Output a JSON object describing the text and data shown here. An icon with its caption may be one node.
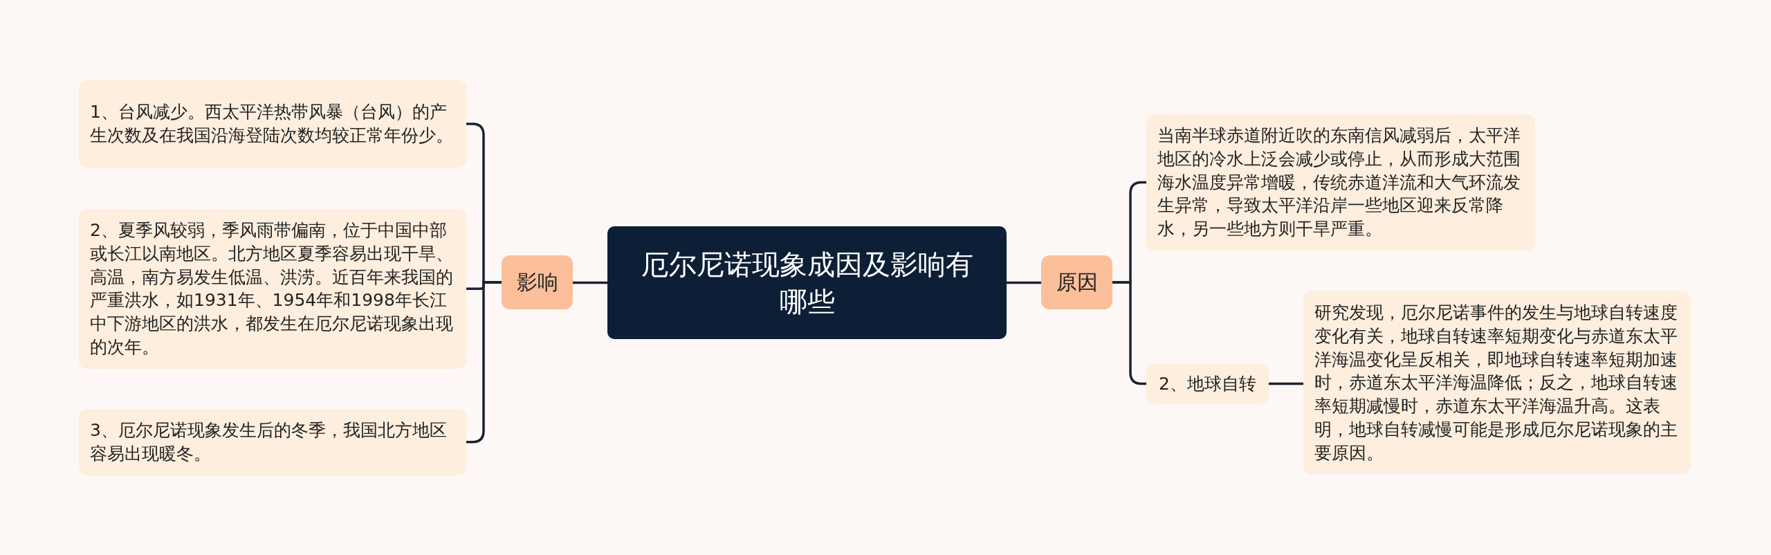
{
  "diagram": {
    "nodes": [
      {
        "text": [
          "厄尔尼诺现象成因及影响有哪些"
        ]
      },
      {
        "text": [
          "影响"
        ]
      },
      {
        "text": [
          "1、台风减少。西太平洋热带风暴（台风）的产生次数及在我国沿海登陆次数均较正常年份少。"
        ]
      },
      {
        "text": [
          "2、夏季风较弱，季风雨带偏南，位于中国中部或长江以南地区。北方地区夏季容易出现干旱、高温，南方易发生低温、洪涝。近百年来我国的严重洪水，如1931年、1954年和1998年长江中下游地区的洪水，都发生在厄尔尼诺现象出现的次年。"
        ]
      },
      {
        "text": [
          "3、厄尔尼诺现象发生后的冬季，我国北方地区容易出现暖冬。"
        ]
      },
      {
        "text": [
          "原因"
        ]
      },
      {
        "text": [
          "当南半球赤道附近吹的东南信风减弱后，太平洋地区的冷水上泛会减少或停止，从而形成大范围海水温度异常增暖，传统赤道洋流和大气环流发生异常，导致太平洋沿岸一些地区迎来反常降水，另一些地方则干旱严重。"
        ]
      },
      {
        "text": [
          "2、地球自转"
        ]
      },
      {
        "text": [
          "研究发现，厄尔尼诺事件的发生与地球自转速度变化有关，地球自转速率短期变化与赤道东太平洋海温变化呈反相关，即地球自转速率短期加速时，赤道东太平洋海温降低；反之，地球自转速率短期减慢时，赤道东太平洋海温升高。这表明，地球自转减慢可能是形成厄尔尼诺现象的主要原因。"
        ]
      }
    ],
    "edges": [
      {
        "from": 0,
        "to": 1,
        "arrow": "none"
      },
      {
        "from": 1,
        "to": 2,
        "arrow": "none"
      },
      {
        "from": 1,
        "to": 3,
        "arrow": "none"
      },
      {
        "from": 1,
        "to": 4,
        "arrow": "none"
      },
      {
        "from": 0,
        "to": 5,
        "arrow": "none"
      },
      {
        "from": 5,
        "to": 6,
        "arrow": "none"
      },
      {
        "from": 5,
        "to": 7,
        "arrow": "none"
      },
      {
        "from": 7,
        "to": 8,
        "arrow": "none"
      }
    ]
  }
}
